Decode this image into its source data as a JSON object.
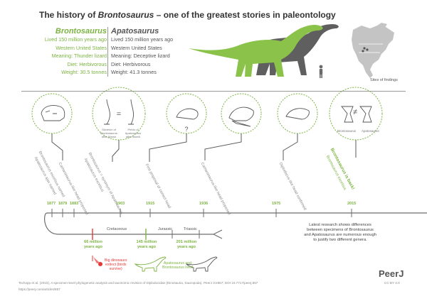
{
  "title": {
    "prefix": "The history of ",
    "italic": "Brontosaurus",
    "suffix": " – one of the greatest stories in paleontology"
  },
  "brontosaurus": {
    "name": "Brontosaurus",
    "facts": [
      "Lived 150 million years ago",
      "Western United States",
      "Meaning: Thunder lizard",
      "Diet: Herbivorous",
      "Weight: 30.5 tonnes"
    ]
  },
  "apatosaurus": {
    "name": "Apatosaurus",
    "facts": [
      "Lived 150 million years ago",
      "Western United States",
      "Meaning: Deceptive lizard",
      "Diet: Herbivorous",
      "Weight: 41.3 tonnes"
    ]
  },
  "map_label": "Sites of findings",
  "circles": {
    "c2_left": "Skeleton of Brontosaurus after Marsh",
    "c2_right": "Pelvis of Apatosaurus after Marsh",
    "c3_mark": "?",
    "c6_left": "Brontosaurus",
    "c6_right": "Apatosaurus",
    "c6_sign": "≠"
  },
  "events": [
    {
      "text": "Brontosaurus excelsus named",
      "color": "grey"
    },
    {
      "text": "Apatosaurus ajax named",
      "color": "grey"
    },
    {
      "text": "Camarasaurus-like head proposed",
      "color": "grey"
    },
    {
      "text": "Brontosaurus = synonym of Apatosaurus",
      "color": "grey"
    },
    {
      "text": "Apatosaurus excelsus",
      "color": "grey"
    },
    {
      "text": "First proposal of correct head",
      "color": "grey"
    },
    {
      "text": "Camarasaurus-like head proposed",
      "color": "grey"
    },
    {
      "text": "Diplodocus-like head confirmed",
      "color": "grey"
    },
    {
      "text": "Brontosaurus is back!",
      "color": "green"
    },
    {
      "text": "Brontosaurus excelsus",
      "color": "green"
    }
  ],
  "years": [
    "1877",
    "1879",
    "1883",
    "1903",
    "1915",
    "1936",
    "1975",
    "2015"
  ],
  "periods": {
    "cretaceous": "Cretaceous",
    "jurassic": "Jurassic",
    "triassic": "Triassic"
  },
  "ages": {
    "a66": [
      "66 million",
      "years ago"
    ],
    "a145": [
      "145 million",
      "years ago"
    ],
    "a201": [
      "201 million",
      "years ago"
    ]
  },
  "extinction": [
    "Big dinosaurs",
    "extinct (birds",
    "survive)"
  ],
  "lived": [
    "Apatosaurus and",
    "Brontosaurus lived"
  ],
  "research_note": [
    "Latest research shows differences",
    "between specimens of Brontosaurus",
    "and Apatosaurus are numerous enough",
    "to justify two different genera."
  ],
  "footer": {
    "citation": "Tschopp et al. (2015), A specimen-level phylogenetic analysis and taxonomic revision of Diplodocidae (Dinosauria, Sauropoda). PeerJ 3:e857; DOI 10.7717/peerj.857",
    "url": "https://peerj.com/articles/857",
    "license": "CC BY 4.0",
    "brand": "PeerJ"
  },
  "colors": {
    "green": "#7cb342",
    "dark": "#5a5a5a",
    "red": "#e53935",
    "line": "#6d6d6d"
  }
}
